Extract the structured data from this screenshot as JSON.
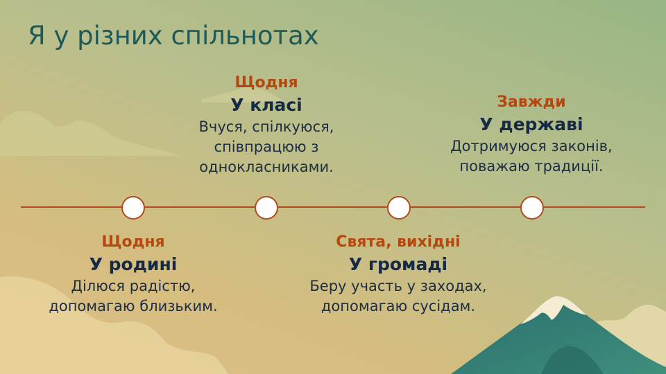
{
  "slide": {
    "title": "Я у різних спільнотах"
  },
  "timeline": {
    "events": [
      {
        "when": "Щодня",
        "place": "У родині",
        "description": "Ділюся радістю, допомагаю близьким."
      },
      {
        "when": "Щодня",
        "place": "У класі",
        "description": "Вчуся, спілкуюся, співпрацюю з однокласниками."
      },
      {
        "when": "Свята, вихідні",
        "place": "У громаді",
        "description": "Беру участь у заходах, допомагаю сусідам."
      },
      {
        "when": "Завжди",
        "place": "У державі",
        "description": "Дотримуюся законів, поважаю традиції."
      }
    ]
  },
  "colors": {
    "accent": "#b04a1c",
    "title": "#1e5a57",
    "heading": "#172a45",
    "mountain": "#2f7d78"
  }
}
